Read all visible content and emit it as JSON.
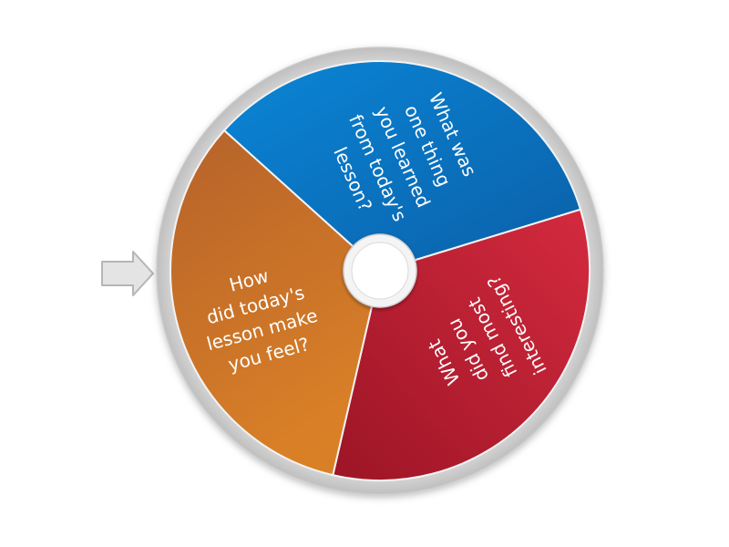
{
  "spinner": {
    "segments": [
      {
        "id": "blue",
        "lines": [
          "What was",
          "one thing",
          "you learned",
          "from today's",
          "lesson?"
        ],
        "color": "#0f6fbe"
      },
      {
        "id": "red",
        "lines": [
          "What",
          "did you",
          "find most",
          "interesting?"
        ],
        "color": "#bd1b2f"
      },
      {
        "id": "orange",
        "lines": [
          "How",
          "did today's",
          "lesson make",
          "you feel?"
        ],
        "color": "#c46a1f"
      }
    ]
  },
  "pointer": {
    "icon": "arrow-right-icon"
  }
}
